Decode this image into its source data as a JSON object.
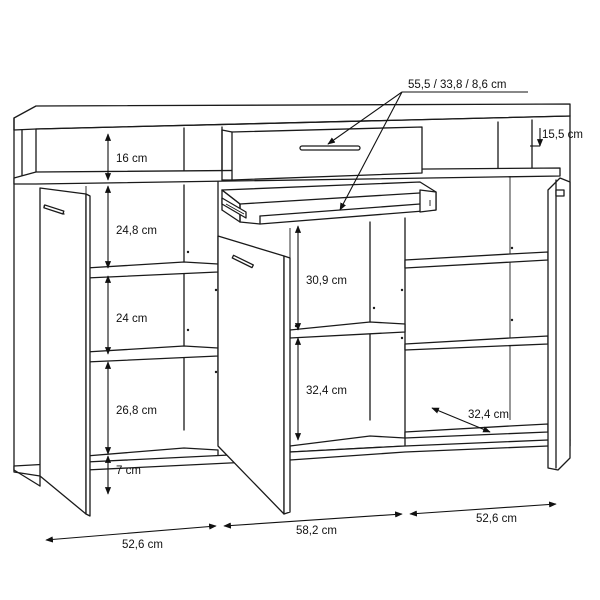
{
  "labels": {
    "drawer_dims": "55,5 / 33,8 / 8,6 cm",
    "top_depth": "15,5 cm",
    "open_shelf_height": "16 cm",
    "left_upper_height": "24,8 cm",
    "left_middle_height": "24 cm",
    "left_lower_height": "26,8 cm",
    "plinth_height": "7 cm",
    "center_upper_height": "30,9 cm",
    "center_lower_height": "32,4 cm",
    "right_depth": "32,4 cm",
    "left_width": "52,6 cm",
    "center_width": "58,2 cm",
    "right_width": "52,6 cm"
  }
}
